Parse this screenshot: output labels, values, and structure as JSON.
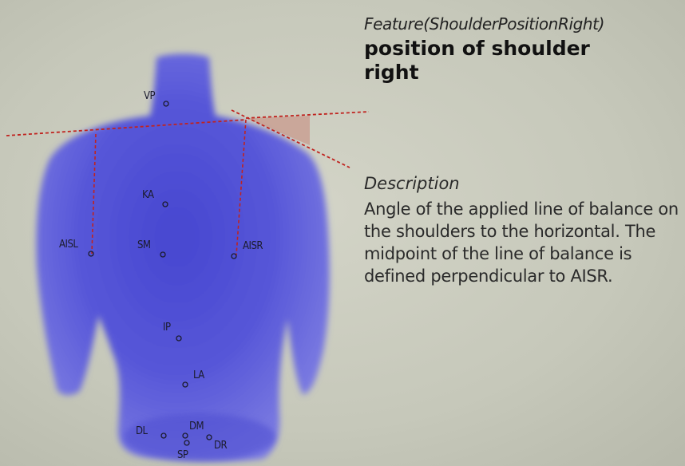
{
  "feature": {
    "id": "Feature(ShoulderPositionRight)",
    "title": "position of shoulder right"
  },
  "description": {
    "heading": "Description",
    "text": "Angle of the applied line of balance on the shoulders to the horizontal. The midpoint of the line of balance is defined perpendicular to AISR."
  },
  "landmarks": {
    "vp": "VP",
    "ka": "KA",
    "aisl": "AISL",
    "sm": "SM",
    "aisr": "AISR",
    "ip": "IP",
    "la": "LA",
    "dl": "DL",
    "dm": "DM",
    "dr": "DR",
    "sp": "SP"
  },
  "colors": {
    "body": "#5a5ad8",
    "guide_line": "#c0231f",
    "angle_fill": "#c89a8c",
    "background": "#c9cabd"
  }
}
